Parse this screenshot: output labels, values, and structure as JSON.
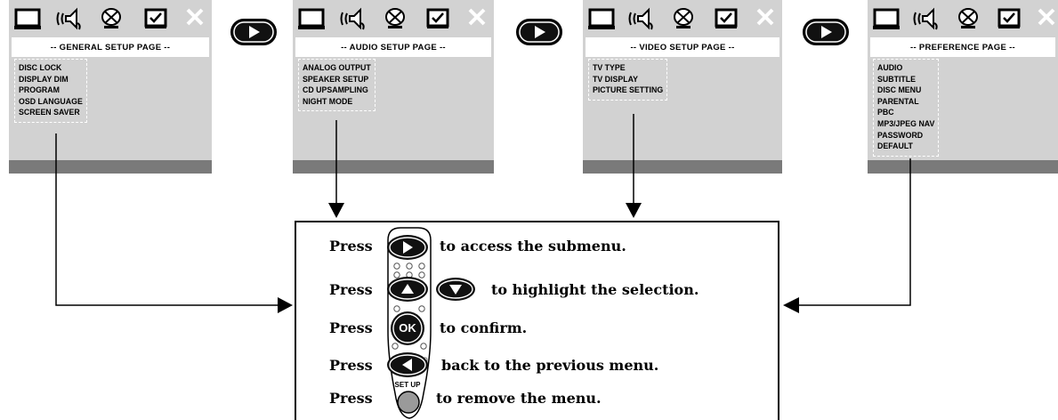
{
  "panels": [
    {
      "title": "-- GENERAL SETUP PAGE --",
      "items": [
        "DISC LOCK",
        "DISPLAY DIM",
        "PROGRAM",
        "OSD LANGUAGE",
        "SCREEN SAVER"
      ]
    },
    {
      "title": "-- AUDIO SETUP PAGE --",
      "items": [
        "ANALOG OUTPUT",
        "SPEAKER SETUP",
        "CD UPSAMPLING",
        "NIGHT MODE"
      ]
    },
    {
      "title": "-- VIDEO SETUP PAGE --",
      "items": [
        "TV TYPE",
        "TV DISPLAY",
        "PICTURE SETTING"
      ]
    },
    {
      "title": "-- PREFERENCE PAGE --",
      "items": [
        "AUDIO",
        "SUBTITLE",
        "DISC MENU",
        "PARENTAL",
        "PBC",
        "MP3/JPEG NAV",
        "PASSWORD",
        "DEFAULT"
      ]
    }
  ],
  "icons": [
    "tv-icon",
    "speaker-icon",
    "disc-icon",
    "checkbox-icon",
    "close-icon"
  ],
  "instructions": {
    "press_word": "Press",
    "access": "to access the submenu.",
    "highlight": "to highlight the selection.",
    "confirm": "to confirm.",
    "back": "back to the previous menu.",
    "remove": "to remove the menu."
  },
  "remote": {
    "ok_label": "OK",
    "setup_label": "SET UP"
  },
  "colors": {
    "panel_bg": "#d2d2d2",
    "panel_footer": "#7a7a7a",
    "button_fill": "#111111"
  }
}
